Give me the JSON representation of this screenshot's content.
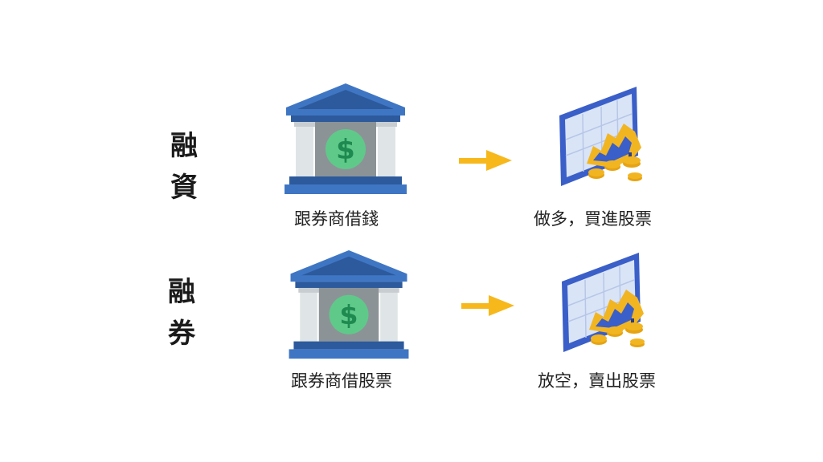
{
  "colors": {
    "bank_blue": "#3f76c4",
    "bank_dark": "#2d5a9c",
    "bank_gray": "#8c9396",
    "pillar_light": "#dfe4e6",
    "coin_green": "#5fc98a",
    "dollar_dark": "#1f8a4f",
    "arrow_gold": "#f7b81c",
    "monitor_blue": "#3b5fc8",
    "coin_gold": "#f2b522"
  },
  "icons": {
    "bank": "bank-icon",
    "arrow": "arrow-right-icon",
    "monitor": "stock-chart-monitor-icon",
    "coins": "gold-coins-icon"
  },
  "rows": [
    {
      "label_top": "融",
      "label_bottom": "資",
      "bank_caption": "跟券商借錢",
      "result_caption": "做多，買進股票"
    },
    {
      "label_top": "融",
      "label_bottom": "券",
      "bank_caption": "跟券商借股票",
      "result_caption": "放空，賣出股票"
    }
  ]
}
